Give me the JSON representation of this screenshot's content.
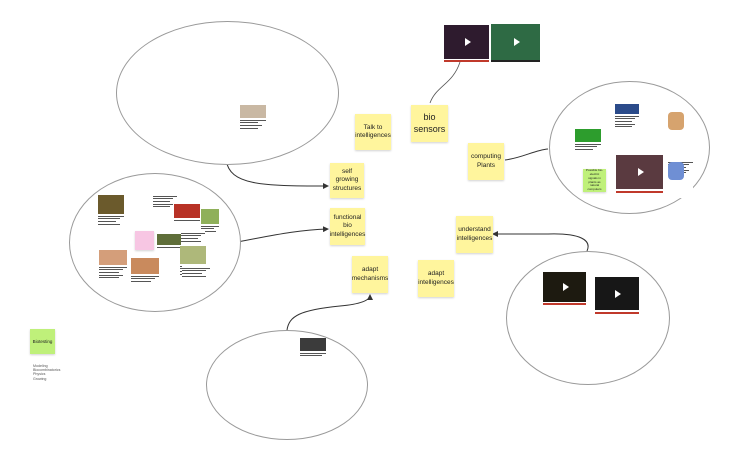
{
  "stickies": {
    "talk_to_intelligences": "Talk to intelligences",
    "bio_sensors": "bio sensors",
    "self_growing_structures": "self growing structures",
    "functional_bio_intelligences": "functional bio intelligences",
    "adapt_mechanisms": "adapt mechanisms",
    "adapt_intelligences": "adapt intelligences",
    "understand_intelligences": "understand intelligences",
    "computing_plants": "computing Plants",
    "biotesting": "Biotesting",
    "plants_note": "Possible bio-electric signals in plants as natural computers"
  },
  "legend_items": [
    "Modeling",
    "Biocombinatorics",
    "Physics",
    "Growing"
  ],
  "cards": {
    "top_left_card": "The Architecture of Bio Materials"
  },
  "colors": {
    "sticky": "#fff59d",
    "green_sticky": "#bff07a",
    "pink_sticky": "#f7c6e3",
    "connector": "#333333"
  }
}
